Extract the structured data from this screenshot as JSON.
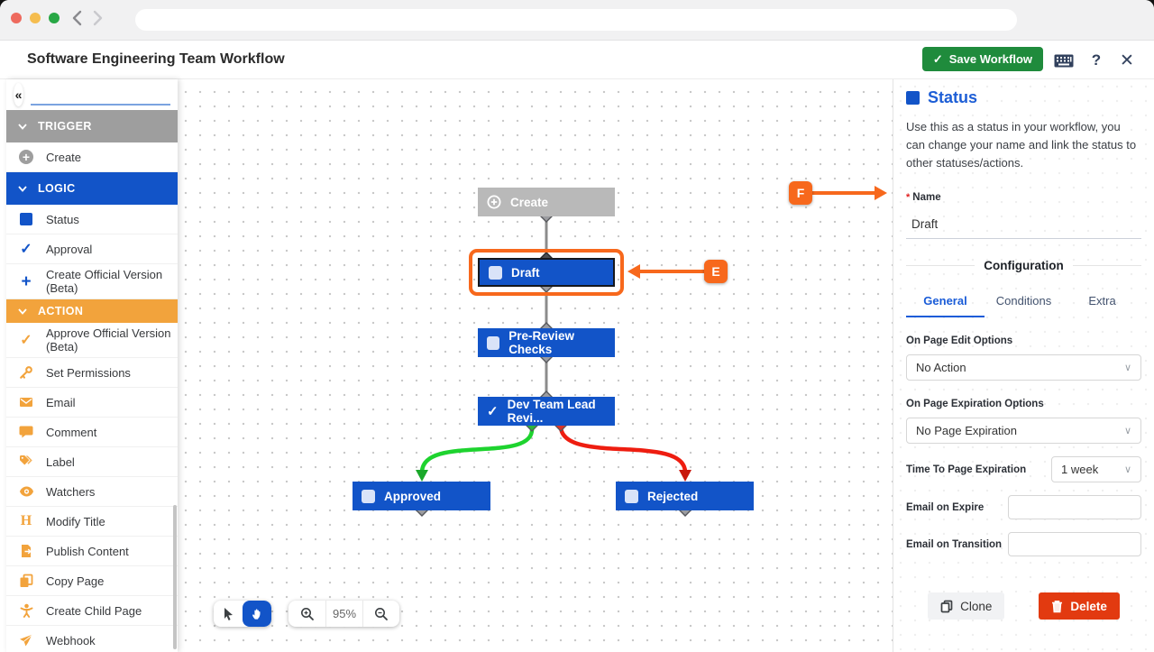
{
  "header": {
    "title": "Software Engineering Team Workflow",
    "save_label": "Save Workflow"
  },
  "glyphs": {
    "collapse": "«",
    "check": "✓",
    "question": "?",
    "close": "✕",
    "plus": "+",
    "asterisk": "*",
    "chevron": "∨",
    "modify_title_icon": "H"
  },
  "sidebar": {
    "sections": [
      {
        "label": "TRIGGER",
        "items": [
          {
            "label": "Create",
            "icon": "plus-circle"
          }
        ]
      },
      {
        "label": "LOGIC",
        "items": [
          {
            "label": "Status",
            "icon": "square"
          },
          {
            "label": "Approval",
            "icon": "check"
          },
          {
            "label": "Create Official Version (Beta)",
            "icon": "plus"
          }
        ]
      },
      {
        "label": "ACTION",
        "items": [
          {
            "label": "Approve Official Version (Beta)",
            "icon": "check"
          },
          {
            "label": "Set Permissions",
            "icon": "key"
          },
          {
            "label": "Email",
            "icon": "envelope"
          },
          {
            "label": "Comment",
            "icon": "comment"
          },
          {
            "label": "Label",
            "icon": "tags"
          },
          {
            "label": "Watchers",
            "icon": "eye"
          },
          {
            "label": "Modify Title",
            "icon": "heading"
          },
          {
            "label": "Publish Content",
            "icon": "publish"
          },
          {
            "label": "Copy Page",
            "icon": "copy"
          },
          {
            "label": "Create Child Page",
            "icon": "person"
          },
          {
            "label": "Webhook",
            "icon": "plane"
          }
        ]
      }
    ]
  },
  "canvas": {
    "nodes": [
      {
        "label": "Create",
        "type": "trigger"
      },
      {
        "label": "Draft",
        "type": "status",
        "selected": true
      },
      {
        "label": "Pre-Review Checks",
        "type": "status"
      },
      {
        "label": "Dev Team Lead Revi...",
        "type": "approval"
      },
      {
        "label": "Approved",
        "type": "status"
      },
      {
        "label": "Rejected",
        "type": "status"
      }
    ],
    "zoom_level": "95%"
  },
  "annotations": {
    "e": "E",
    "f": "F"
  },
  "panel": {
    "title": "Status",
    "description": "Use this as a status in your workflow, you can change your name and link the status to other statuses/actions.",
    "name_label": "Name",
    "name_value": "Draft",
    "config_title": "Configuration",
    "tabs": [
      {
        "label": "General"
      },
      {
        "label": "Conditions"
      },
      {
        "label": "Extra"
      }
    ],
    "fields": {
      "on_page_edit_label": "On Page Edit Options",
      "on_page_edit_value": "No Action",
      "on_page_expiration_label": "On Page Expiration Options",
      "on_page_expiration_value": "No Page Expiration",
      "time_to_expiration_label": "Time To Page Expiration",
      "time_to_expiration_value": "1 week",
      "email_on_expire_label": "Email on Expire",
      "email_on_transition_label": "Email on Transition"
    },
    "buttons": {
      "clone": "Clone",
      "delete": "Delete"
    }
  },
  "colors": {
    "accent_blue": "#1254c8",
    "action_orange": "#f2a33c",
    "trigger_gray": "#9e9e9e",
    "annotation_orange": "#f7681c",
    "save_green": "#1f8b3c",
    "delete_red": "#e23a10",
    "edge_green": "#1ed32f",
    "edge_red": "#ee1d10"
  }
}
